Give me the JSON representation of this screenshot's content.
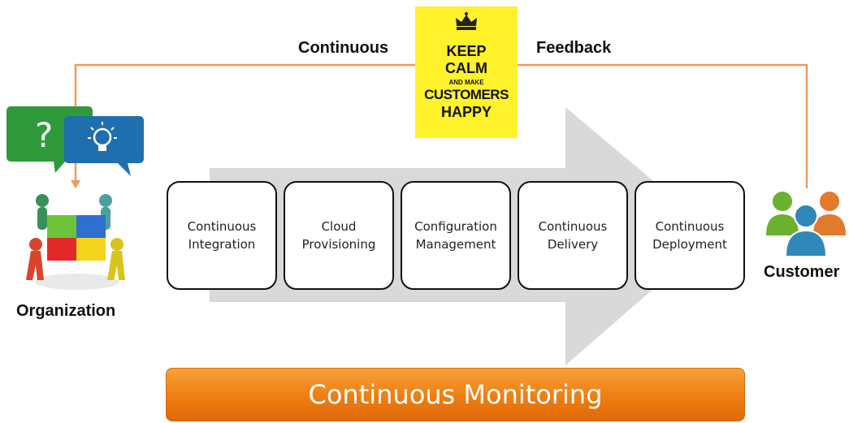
{
  "feedback": {
    "left_word": "Continuous",
    "right_word": "Feedback",
    "line_color": "#f0995a"
  },
  "poster": {
    "line1": "KEEP",
    "line2": "CALM",
    "line3": "AND MAKE",
    "line4": "CUSTOMERS",
    "line5": "HAPPY",
    "background": "#fff22b",
    "icon": "crown-icon"
  },
  "organization": {
    "label": "Organization",
    "icons": [
      "question-bubble-icon",
      "lightbulb-bubble-icon",
      "puzzle-team-icon"
    ]
  },
  "customer": {
    "label": "Customer",
    "icon": "customer-group-icon"
  },
  "stages": [
    {
      "line1": "Continuous",
      "line2": "Integration"
    },
    {
      "line1": "Cloud",
      "line2": "Provisioning"
    },
    {
      "line1": "Configuration",
      "line2": "Management"
    },
    {
      "line1": "Continuous",
      "line2": "Delivery"
    },
    {
      "line1": "Continuous",
      "line2": "Deployment"
    }
  ],
  "monitoring": {
    "label": "Continuous Monitoring",
    "color": "#ef7d10"
  },
  "arrow_color": "#d9d9d9"
}
